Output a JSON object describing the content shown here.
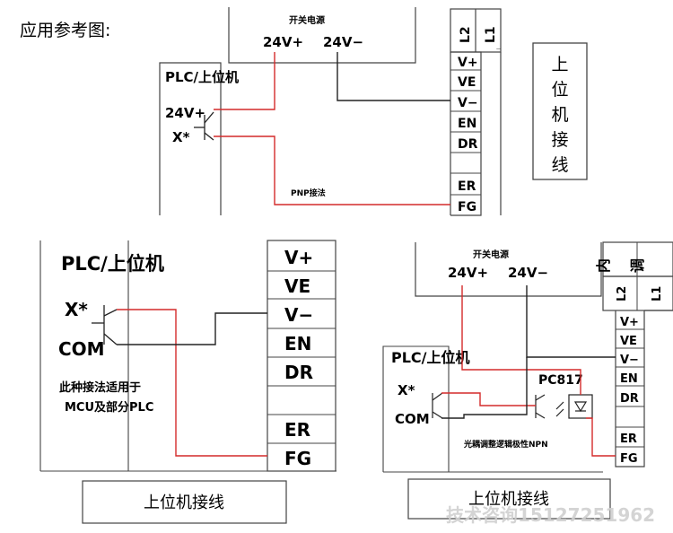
{
  "ref_title": "应用参考图:",
  "top": {
    "psu_title": "开关电源",
    "psu_plus": "24V+",
    "psu_minus": "24V−",
    "plc_title": "PLC/上位机",
    "plc_24v": "24V+",
    "plc_x": "X*",
    "wire_label": "PNP接法",
    "term_l2": "L2",
    "term_l1": "L1",
    "term_tiny": "—",
    "terminals": [
      "V+",
      "VE",
      "V−",
      "EN",
      "DR",
      "ER",
      "FG"
    ],
    "side_box": "上位机接线"
  },
  "bottom_left": {
    "plc_title": "PLC/上位机",
    "x": "X*",
    "com": "COM",
    "note_line1": "此种接法适用于",
    "note_line2": "MCU及部分PLC",
    "terminals": [
      "V+",
      "VE",
      "V−",
      "EN",
      "DR",
      "ER",
      "FG"
    ],
    "caption": "上位机接线"
  },
  "bottom_right": {
    "psu_title": "开关电源",
    "psu_plus": "24V+",
    "psu_minus": "24V−",
    "plc_title": "PLC/上位机",
    "x": "X*",
    "com": "COM",
    "optocoupler": "PC817",
    "note": "光耦调整逻辑极性NPN",
    "header_1": "内",
    "header_2": "调",
    "term_l2": "L2",
    "term_l1": "L1",
    "terminals": [
      "V+",
      "VE",
      "V−",
      "EN",
      "DR",
      "ER",
      "FG"
    ],
    "caption": "上位机接线",
    "watermark": "技术咨询15127251962"
  },
  "colors": {
    "wire_red": "#d42a2a",
    "wire_black": "#222222",
    "frame": "#444444"
  }
}
